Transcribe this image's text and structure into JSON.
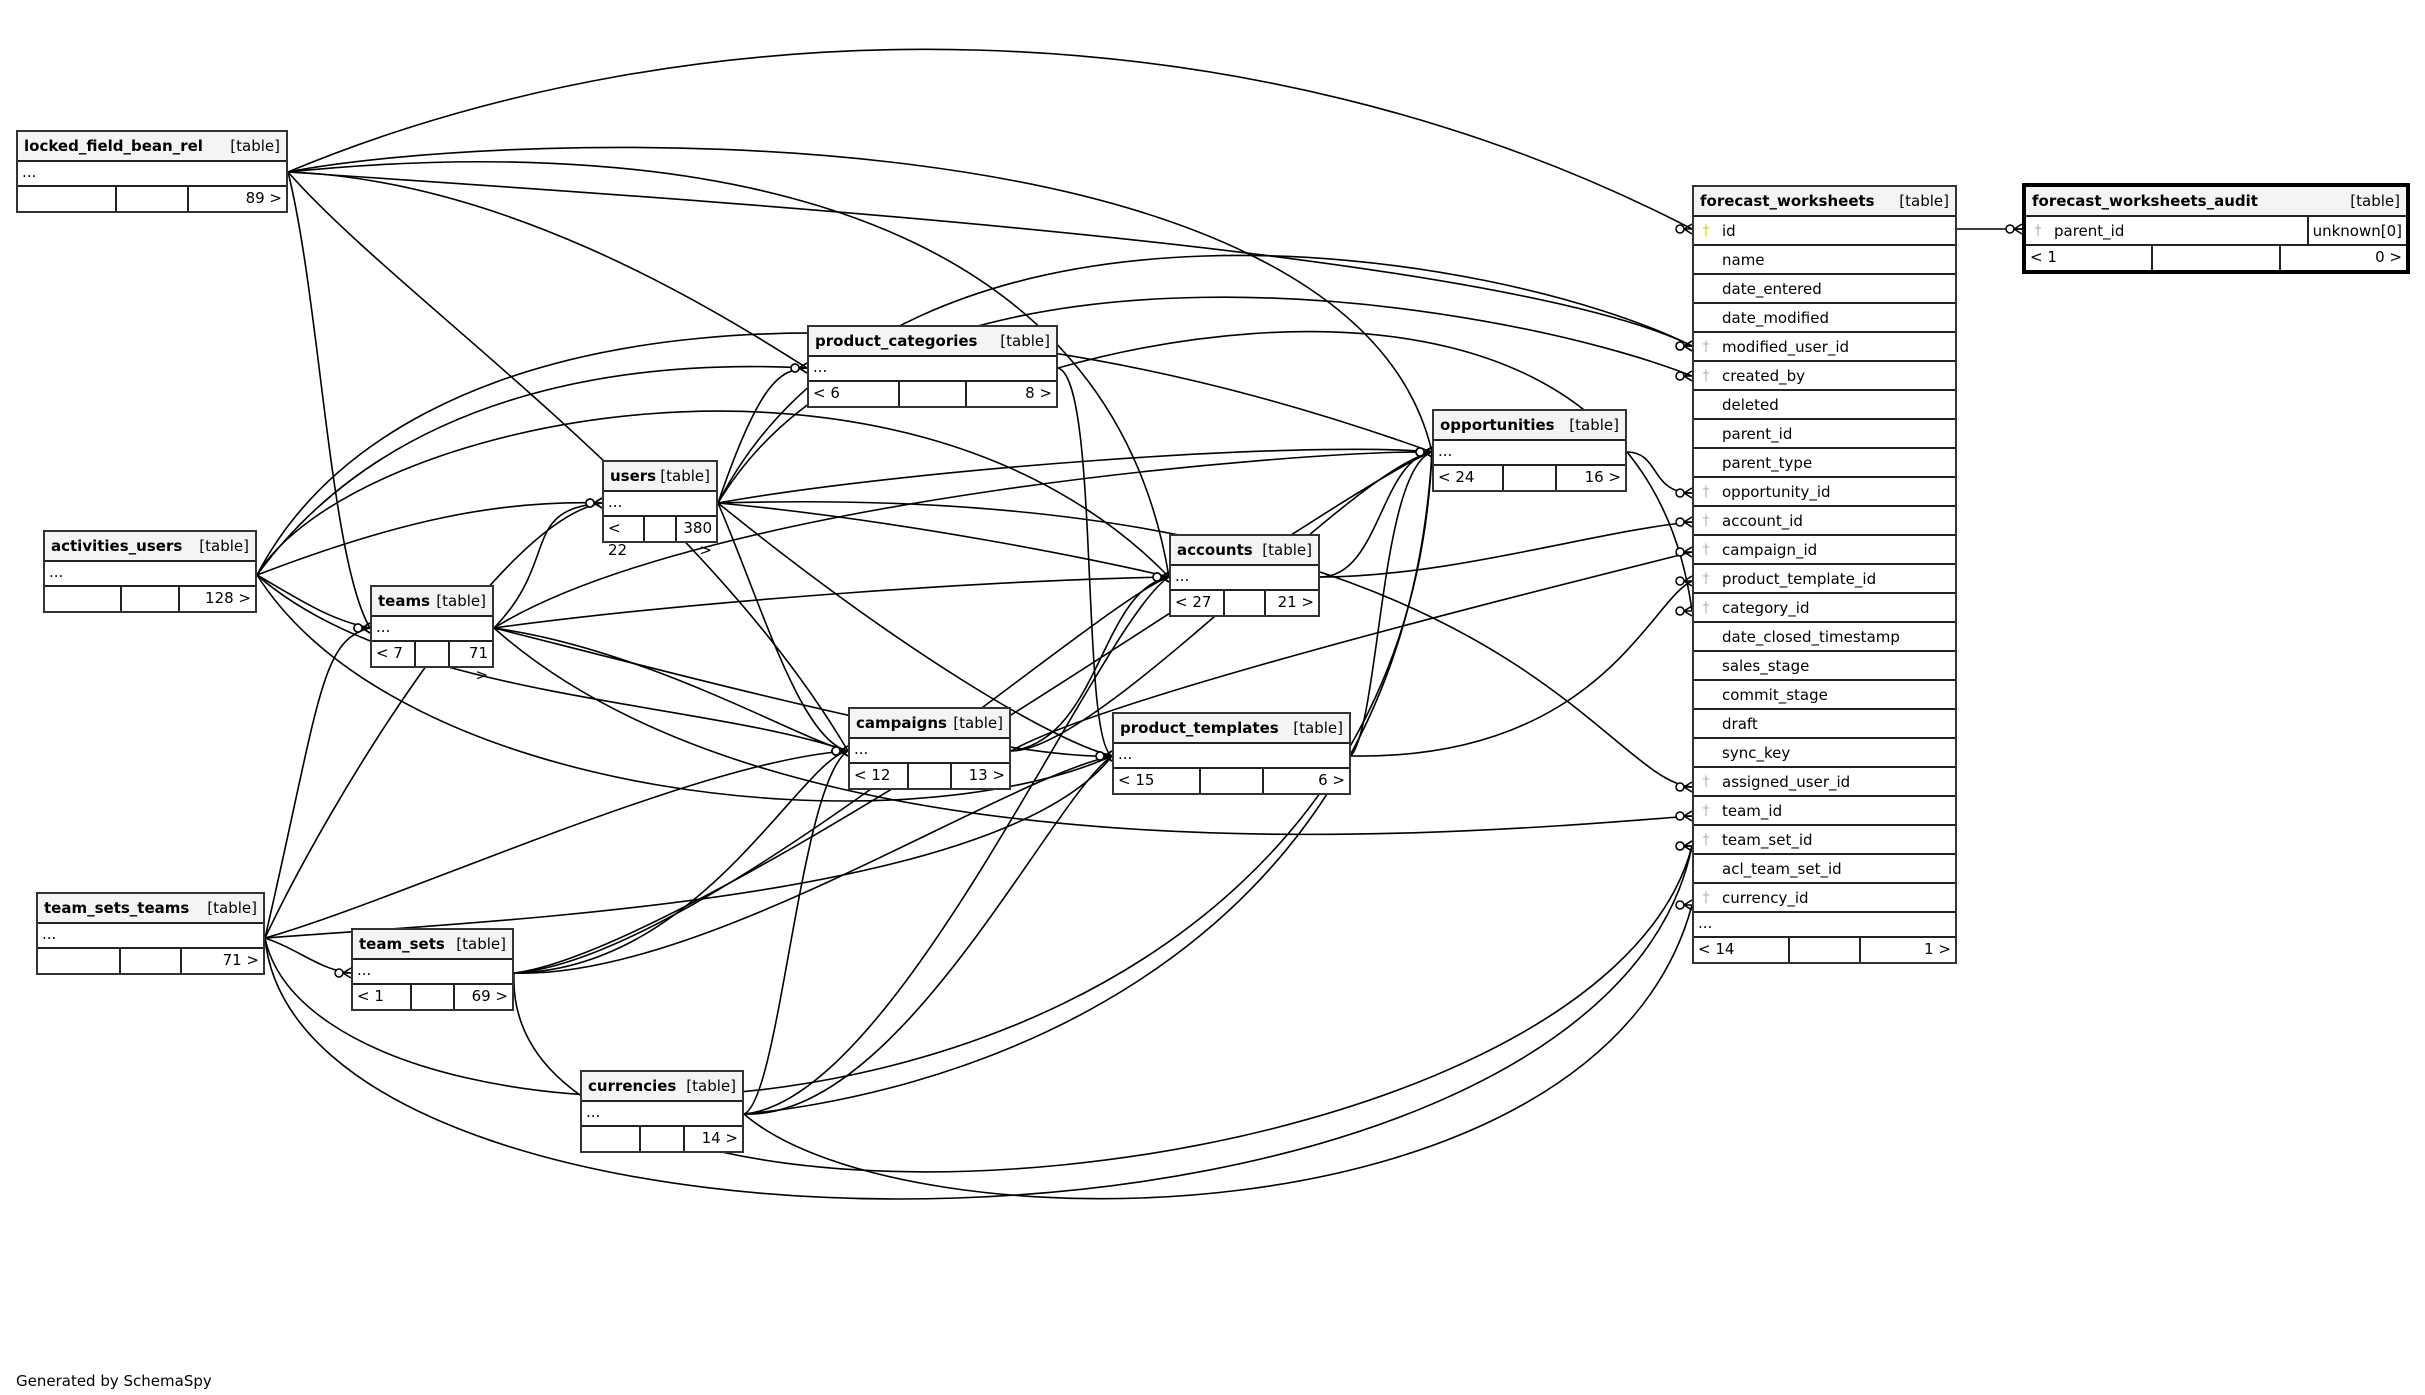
{
  "footer": "Generated by SchemaSpy",
  "tables": {
    "locked_field_bean_rel": {
      "name": "locked_field_bean_rel",
      "kind": "[table]",
      "ellipsis": "...",
      "parents": "",
      "children": "89 >"
    },
    "activities_users": {
      "name": "activities_users",
      "kind": "[table]",
      "ellipsis": "...",
      "parents": "",
      "children": "128 >"
    },
    "team_sets_teams": {
      "name": "team_sets_teams",
      "kind": "[table]",
      "ellipsis": "...",
      "parents": "",
      "children": "71 >"
    },
    "teams": {
      "name": "teams",
      "kind": "[table]",
      "ellipsis": "...",
      "parents": "< 7",
      "children": "71 >"
    },
    "team_sets": {
      "name": "team_sets",
      "kind": "[table]",
      "ellipsis": "...",
      "parents": "< 1",
      "children": "69 >"
    },
    "users": {
      "name": "users",
      "kind": "[table]",
      "ellipsis": "...",
      "parents": "< 22",
      "children": "380 >"
    },
    "currencies": {
      "name": "currencies",
      "kind": "[table]",
      "ellipsis": "...",
      "parents": "",
      "children": "14 >"
    },
    "product_categories": {
      "name": "product_categories",
      "kind": "[table]",
      "ellipsis": "...",
      "parents": "< 6",
      "children": "8 >"
    },
    "campaigns": {
      "name": "campaigns",
      "kind": "[table]",
      "ellipsis": "...",
      "parents": "< 12",
      "children": "13 >"
    },
    "accounts": {
      "name": "accounts",
      "kind": "[table]",
      "ellipsis": "...",
      "parents": "< 27",
      "children": "21 >"
    },
    "product_templates": {
      "name": "product_templates",
      "kind": "[table]",
      "ellipsis": "...",
      "parents": "< 15",
      "children": "6 >"
    },
    "opportunities": {
      "name": "opportunities",
      "kind": "[table]",
      "ellipsis": "...",
      "parents": "< 24",
      "children": "16 >"
    },
    "forecast_worksheets": {
      "name": "forecast_worksheets",
      "kind": "[table]",
      "ellipsis": "...",
      "parents": "< 14",
      "children": "1 >",
      "columns": [
        {
          "name": "id",
          "key": "primary"
        },
        {
          "name": "name",
          "key": ""
        },
        {
          "name": "date_entered",
          "key": ""
        },
        {
          "name": "date_modified",
          "key": ""
        },
        {
          "name": "modified_user_id",
          "key": "foreign"
        },
        {
          "name": "created_by",
          "key": "foreign"
        },
        {
          "name": "deleted",
          "key": ""
        },
        {
          "name": "parent_id",
          "key": ""
        },
        {
          "name": "parent_type",
          "key": ""
        },
        {
          "name": "opportunity_id",
          "key": "foreign"
        },
        {
          "name": "account_id",
          "key": "foreign"
        },
        {
          "name": "campaign_id",
          "key": "foreign"
        },
        {
          "name": "product_template_id",
          "key": "foreign"
        },
        {
          "name": "category_id",
          "key": "foreign"
        },
        {
          "name": "date_closed_timestamp",
          "key": ""
        },
        {
          "name": "sales_stage",
          "key": ""
        },
        {
          "name": "commit_stage",
          "key": ""
        },
        {
          "name": "draft",
          "key": ""
        },
        {
          "name": "sync_key",
          "key": ""
        },
        {
          "name": "assigned_user_id",
          "key": "foreign"
        },
        {
          "name": "team_id",
          "key": "foreign"
        },
        {
          "name": "team_set_id",
          "key": "foreign"
        },
        {
          "name": "acl_team_set_id",
          "key": ""
        },
        {
          "name": "currency_id",
          "key": "foreign"
        }
      ]
    },
    "forecast_worksheets_audit": {
      "name": "forecast_worksheets_audit",
      "kind": "[table]",
      "parents": "< 1",
      "children": "0 >",
      "columns": [
        {
          "name": "parent_id",
          "key": "foreign",
          "type": "unknown[0]"
        }
      ]
    }
  },
  "key_glyph": "⚲"
}
